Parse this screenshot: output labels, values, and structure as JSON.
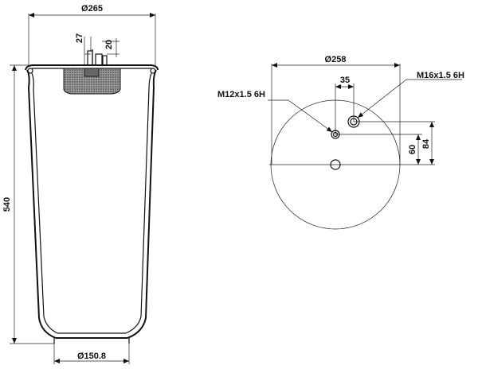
{
  "side_view": {
    "top_diameter": "Ø265",
    "height": "540",
    "bottom_diameter": "Ø150.8",
    "stud_offset": "27",
    "stud_length": "20"
  },
  "top_view": {
    "plate_diameter": "Ø258",
    "port_spacing": "35",
    "thread_small": "M12x1.5 6H",
    "thread_large": "M16x1.5 6H",
    "offset_60": "60",
    "offset_84": "84"
  },
  "colors": {
    "line": "#111111",
    "hatch_fill": "#555555",
    "background": "#ffffff"
  }
}
